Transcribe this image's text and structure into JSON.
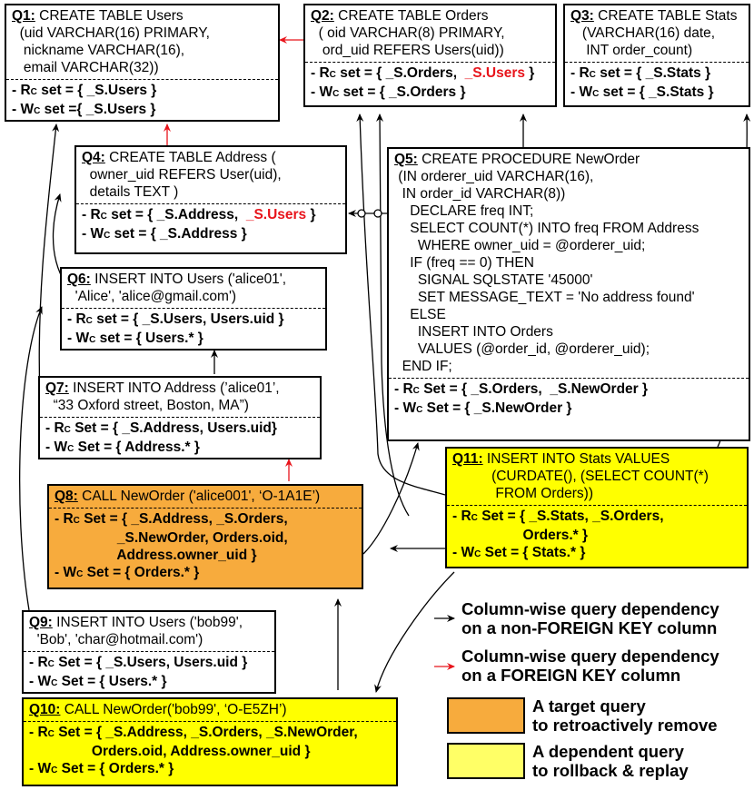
{
  "queries": {
    "q1": {
      "id": "Q1:",
      "sql": [
        " CREATE TABLE Users",
        "  (uid VARCHAR(16) PRIMARY,",
        "   nickname VARCHAR(16),",
        "   email VARCHAR(32))"
      ],
      "r": [
        "- R",
        " set = { _S.Users }"
      ],
      "w": [
        "- W",
        " set ={ _S.Users }"
      ]
    },
    "q2": {
      "id": "Q2:",
      "sql": [
        " CREATE TABLE Orders",
        "  ( oid VARCHAR(8) PRIMARY,",
        "   ord_uid REFERS Users(uid))"
      ],
      "r": [
        "- R",
        " set = { _S.Orders,  ",
        "_S.Users",
        " }"
      ],
      "w": [
        "- W",
        " set = { _S.Orders }"
      ]
    },
    "q3": {
      "id": "Q3:",
      "sql": [
        " CREATE TABLE Stats",
        "   (VARCHAR(16) date,",
        "    INT order_count)"
      ],
      "r": [
        "- R",
        " set = { _S.Stats }"
      ],
      "w": [
        "- W",
        " set = { _S.Stats }"
      ]
    },
    "q4": {
      "id": "Q4:",
      "sql": [
        " CREATE TABLE Address (",
        "  owner_uid REFERS User(uid),",
        "  details TEXT )"
      ],
      "r": [
        "- R",
        " set = { _S.Address,  ",
        "_S.Users",
        " }"
      ],
      "w": [
        "- W",
        " set = { _S.Address }"
      ]
    },
    "q5": {
      "id": "Q5:",
      "sql": [
        " CREATE PROCEDURE NewOrder",
        " (IN orderer_uid VARCHAR(16),",
        "  IN order_id VARCHAR(8))",
        "    DECLARE freq INT;",
        "    SELECT COUNT(*) INTO freq FROM Address",
        "      WHERE owner_uid = @orderer_uid;",
        "    IF (freq == 0) THEN",
        "      SIGNAL SQLSTATE '45000'",
        "      SET MESSAGE_TEXT = 'No address found'",
        "    ELSE",
        "      INSERT INTO Orders",
        "      VALUES (@order_id, @orderer_uid);",
        "  END IF;"
      ],
      "r": [
        "- R",
        " Set = { _S.Orders,  _S.NewOrder }"
      ],
      "w": [
        "- W",
        " Set = { _S.NewOrder }"
      ]
    },
    "q6": {
      "id": "Q6:",
      "sql": [
        " INSERT INTO Users ('alice01',",
        "  'Alice', 'alice@gmail.com')"
      ],
      "r": [
        "- R",
        " set = { _S.Users, Users.uid }"
      ],
      "w": [
        "- W",
        " set = { Users.* }"
      ]
    },
    "q7": {
      "id": "Q7:",
      "sql": [
        " INSERT INTO Address (’alice01’,",
        "  “33 Oxford street, Boston, MA”)"
      ],
      "r": [
        "- R",
        " Set = { _S.Address, Users.uid}"
      ],
      "w": [
        "- W",
        " Set = { Address.* }"
      ]
    },
    "q8": {
      "id": "Q8:",
      "sql": [
        " CALL NewOrder ('alice001', ‘O-1A1E’)"
      ],
      "r": [
        "- R",
        " Set = { _S.Address, _S.Orders,",
        "                _S.NewOrder, Orders.oid,",
        "                Address.owner_uid }"
      ],
      "w": [
        "- W",
        " Set = { Orders.* }"
      ]
    },
    "q9": {
      "id": "Q9:",
      "sql": [
        " INSERT INTO Users ('bob99',",
        "  'Bob', 'char@hotmail.com')"
      ],
      "r": [
        "- R",
        " Set = { _S.Users, Users.uid }"
      ],
      "w": [
        "- W",
        " Set = { Users.* }"
      ]
    },
    "q10": {
      "id": "Q10:",
      "sql": [
        " CALL NewOrder('bob99', ‘O-E5ZH’)"
      ],
      "r": [
        "- R",
        " Set = { _S.Address, _S.Orders, _S.NewOrder,",
        "                Orders.oid, Address.owner_uid }"
      ],
      "w": [
        "- W",
        " Set = { Orders.* }"
      ]
    },
    "q11": {
      "id": "Q11:",
      "sql": [
        " INSERT INTO Stats VALUES",
        "          (CURDATE(), (SELECT COUNT(*)",
        "           FROM Orders))"
      ],
      "r": [
        "- R",
        " Set = { _S.Stats, _S.Orders,",
        "                  Orders.* }"
      ],
      "w": [
        "- W",
        " Set = { Stats.* }"
      ]
    }
  },
  "sub_r": "C",
  "sub_w": "C",
  "legend": {
    "black_line1": "Column-wise query dependency",
    "black_line2": "on a non-FOREIGN KEY column",
    "red_line1": "Column-wise query dependency",
    "red_line2": "on a FOREIGN KEY column",
    "orange_line1": "A target query",
    "orange_line2": "to retroactively remove",
    "yellow_line1": "A dependent query",
    "yellow_line2": "to rollback & replay"
  },
  "colors": {
    "target": "#f7ab3d",
    "dependent": "#ffff00",
    "fk_arrow": "#e8141b",
    "arrow": "#000000"
  }
}
